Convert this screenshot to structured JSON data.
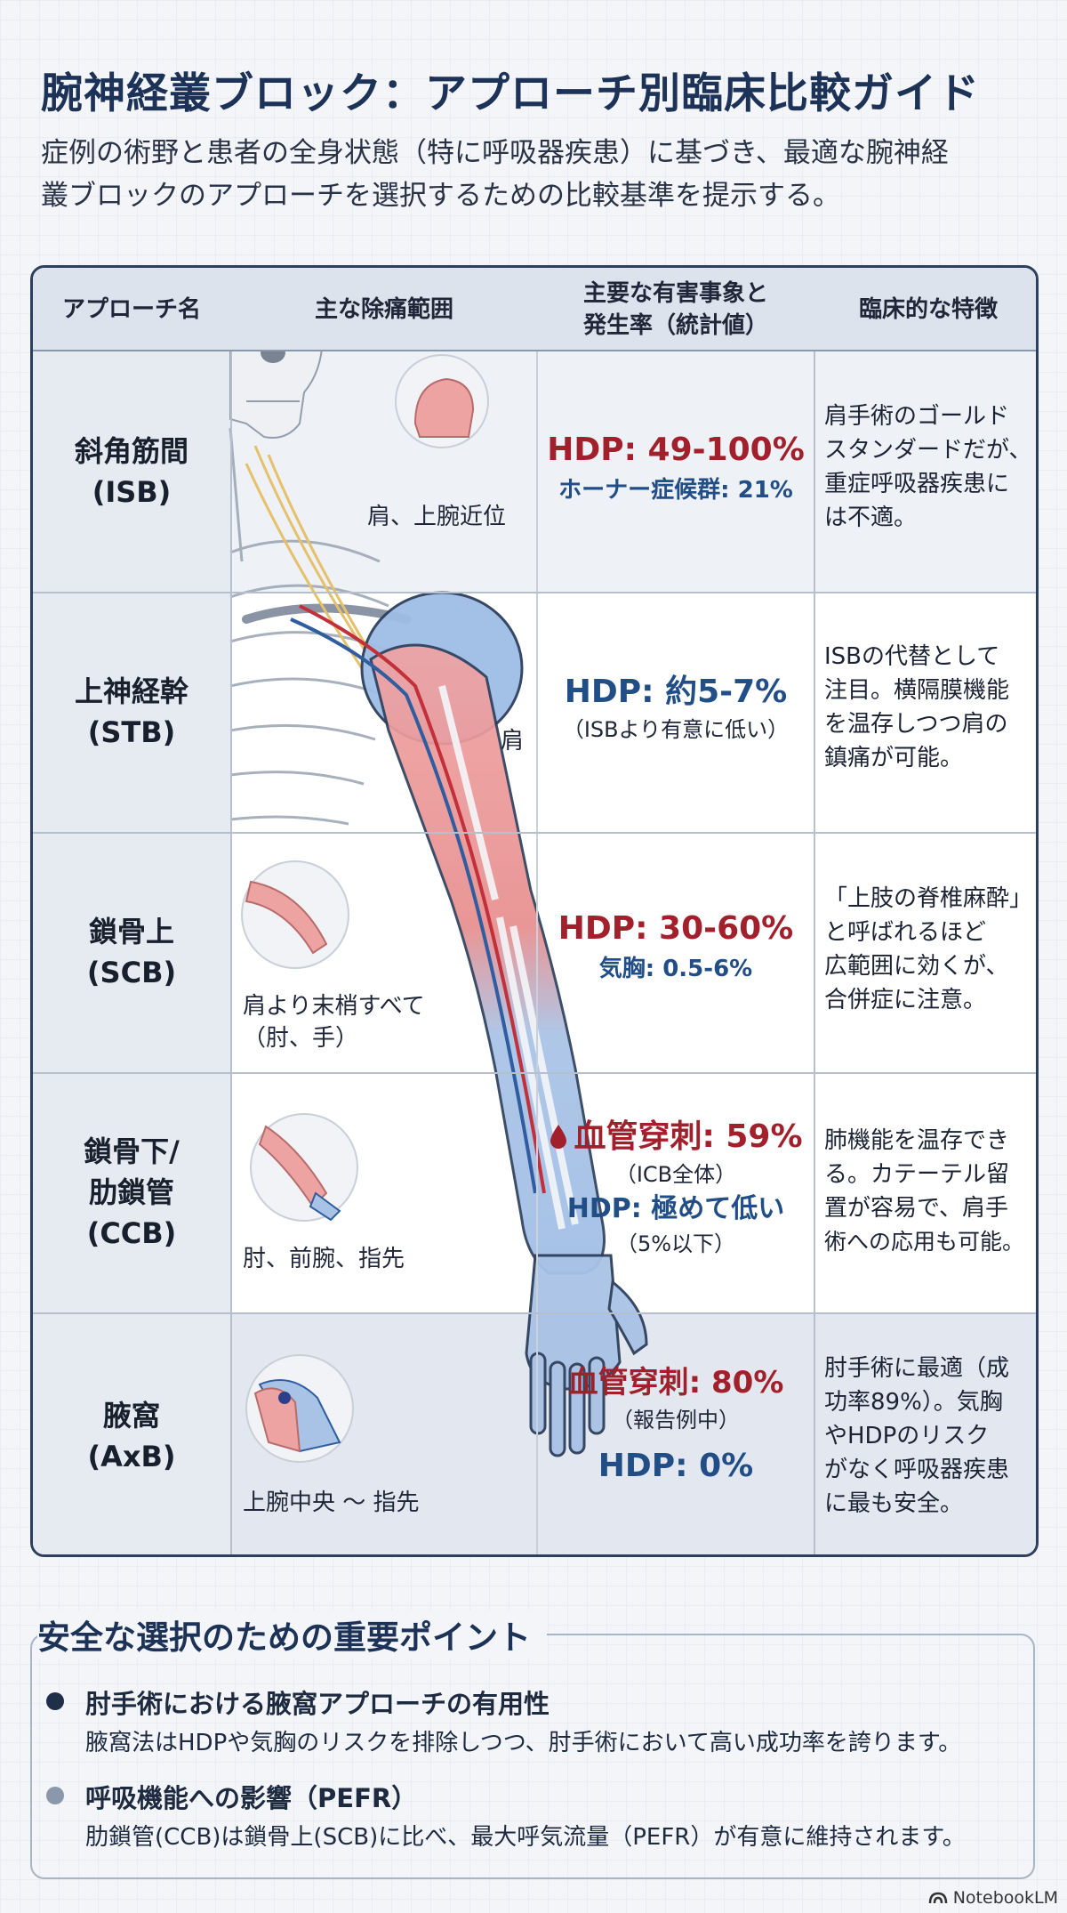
{
  "page": {
    "title": "腕神経叢ブロック：アプローチ別臨床比較ガイド",
    "subtitle_line1": "症例の術野と患者の全身状態（特に呼吸器疾患）に基づき、最適な腕神経",
    "subtitle_line2": "叢ブロックのアプローチを選択するための比較基準を提示する。"
  },
  "table": {
    "headers": {
      "approach": "アプローチ名",
      "range": "主な除痛範囲",
      "ae_line1": "主要な有害事象と",
      "ae_line2": "発生率（統計値）",
      "features": "臨床的な特徴"
    },
    "rows": [
      {
        "name_line1": "斜角筋間",
        "name_line2": "(ISB)",
        "range": "肩、上腕近位",
        "ae_main": "HDP: 49-100%",
        "ae_sub": "ホーナー症候群: 21%",
        "feature_lines": [
          "肩手術のゴールド",
          "スタンダードだが、",
          "重症呼吸器疾患に",
          "は不適。"
        ]
      },
      {
        "name_line1": "上神経幹",
        "name_line2": "(STB)",
        "range": "肩",
        "ae_main": "HDP: 約5-7%",
        "ae_note": "（ISBより有意に低い）",
        "feature_lines": [
          "ISBの代替として",
          "注目。横隔膜機能",
          "を温存しつつ肩の",
          "鎮痛が可能。"
        ]
      },
      {
        "name_line1": "鎖骨上",
        "name_line2": "(SCB)",
        "range_line1": "肩より末梢すべて",
        "range_line2": "（肘、手）",
        "ae_main": "HDP: 30-60%",
        "ae_sub": "気胸: 0.5-6%",
        "feature_lines": [
          "「上肢の脊椎麻酔」",
          "と呼ばれるほど",
          "広範囲に効くが、",
          "合併症に注意。"
        ]
      },
      {
        "name_line1": "鎖骨下/",
        "name_line2": "肋鎖管",
        "name_line3": "(CCB)",
        "range": "肘、前腕、指先",
        "ae_main": "血管穿刺: 59%",
        "ae_note": "（ICB全体）",
        "ae_main2": "HDP: 極めて低い",
        "ae_note2": "（5%以下）",
        "feature_lines": [
          "肺機能を温存でき",
          "る。カテーテル留",
          "置が容易で、肩手",
          "術への応用も可能。"
        ]
      },
      {
        "name_line1": "腋窩",
        "name_line2": "(AxB)",
        "range": "上腕中央 〜 指先",
        "ae_main": "血管穿刺: 80%",
        "ae_note": "（報告例中）",
        "ae_main2": "HDP: 0%",
        "feature_lines": [
          "肘手術に最適（成",
          "功率89%）。気胸",
          "やHDPのリスク",
          "がなく呼吸器疾患",
          "に最も安全。"
        ]
      }
    ]
  },
  "points": {
    "heading": "安全な選択のための重要ポイント",
    "items": [
      {
        "title": "肘手術における腋窩アプローチの有用性",
        "desc": "腋窩法はHDPや気胸のリスクを排除しつつ、肘手術において高い成功率を誇ります。"
      },
      {
        "title": "呼吸機能への影響（PEFR）",
        "desc": "肋鎖管(CCB)は鎖骨上(SCB)に比べ、最大呼気流量（PEFR）が有意に維持されます。"
      }
    ]
  },
  "footer": {
    "brand": "NotebookLM"
  },
  "colors": {
    "title": "#1d3257",
    "danger_red": "#a2202c",
    "info_blue": "#214e86",
    "border": "#2d3f5c"
  }
}
